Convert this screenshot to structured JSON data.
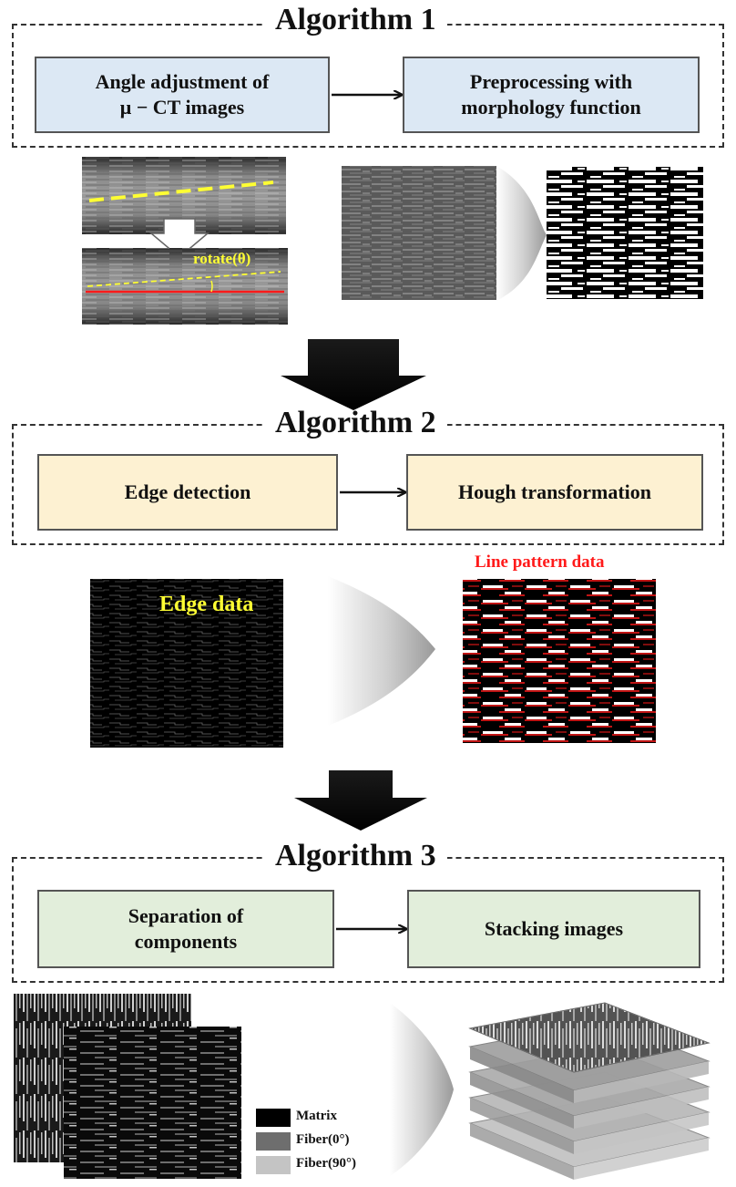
{
  "algorithms": [
    {
      "title": "Algorithm 1",
      "steps": [
        "Angle adjustment of\nμ − CT images",
        "Preprocessing with\nmorphology function"
      ]
    },
    {
      "title": "Algorithm 2",
      "steps": [
        "Edge detection",
        "Hough transformation"
      ]
    },
    {
      "title": "Algorithm 3",
      "steps": [
        "Separation of\ncomponents",
        "Stacking images"
      ]
    }
  ],
  "labels": {
    "rotate": "rotate(θ)",
    "edge_data": "Edge data",
    "line_pattern": "Line pattern data"
  },
  "legend": [
    {
      "label": "Matrix",
      "color": "#000000"
    },
    {
      "label": "Fiber(0°)",
      "color": "#6e6e6e"
    },
    {
      "label": "Fiber(90°)",
      "color": "#c4c4c4"
    }
  ],
  "colors": {
    "algo1_box": "#dce8f4",
    "algo2_box": "#fdf1d2",
    "algo3_box": "#e2eedb",
    "annotation_yellow": "#ffff33",
    "line_pattern_red": "#ff1a1a"
  }
}
